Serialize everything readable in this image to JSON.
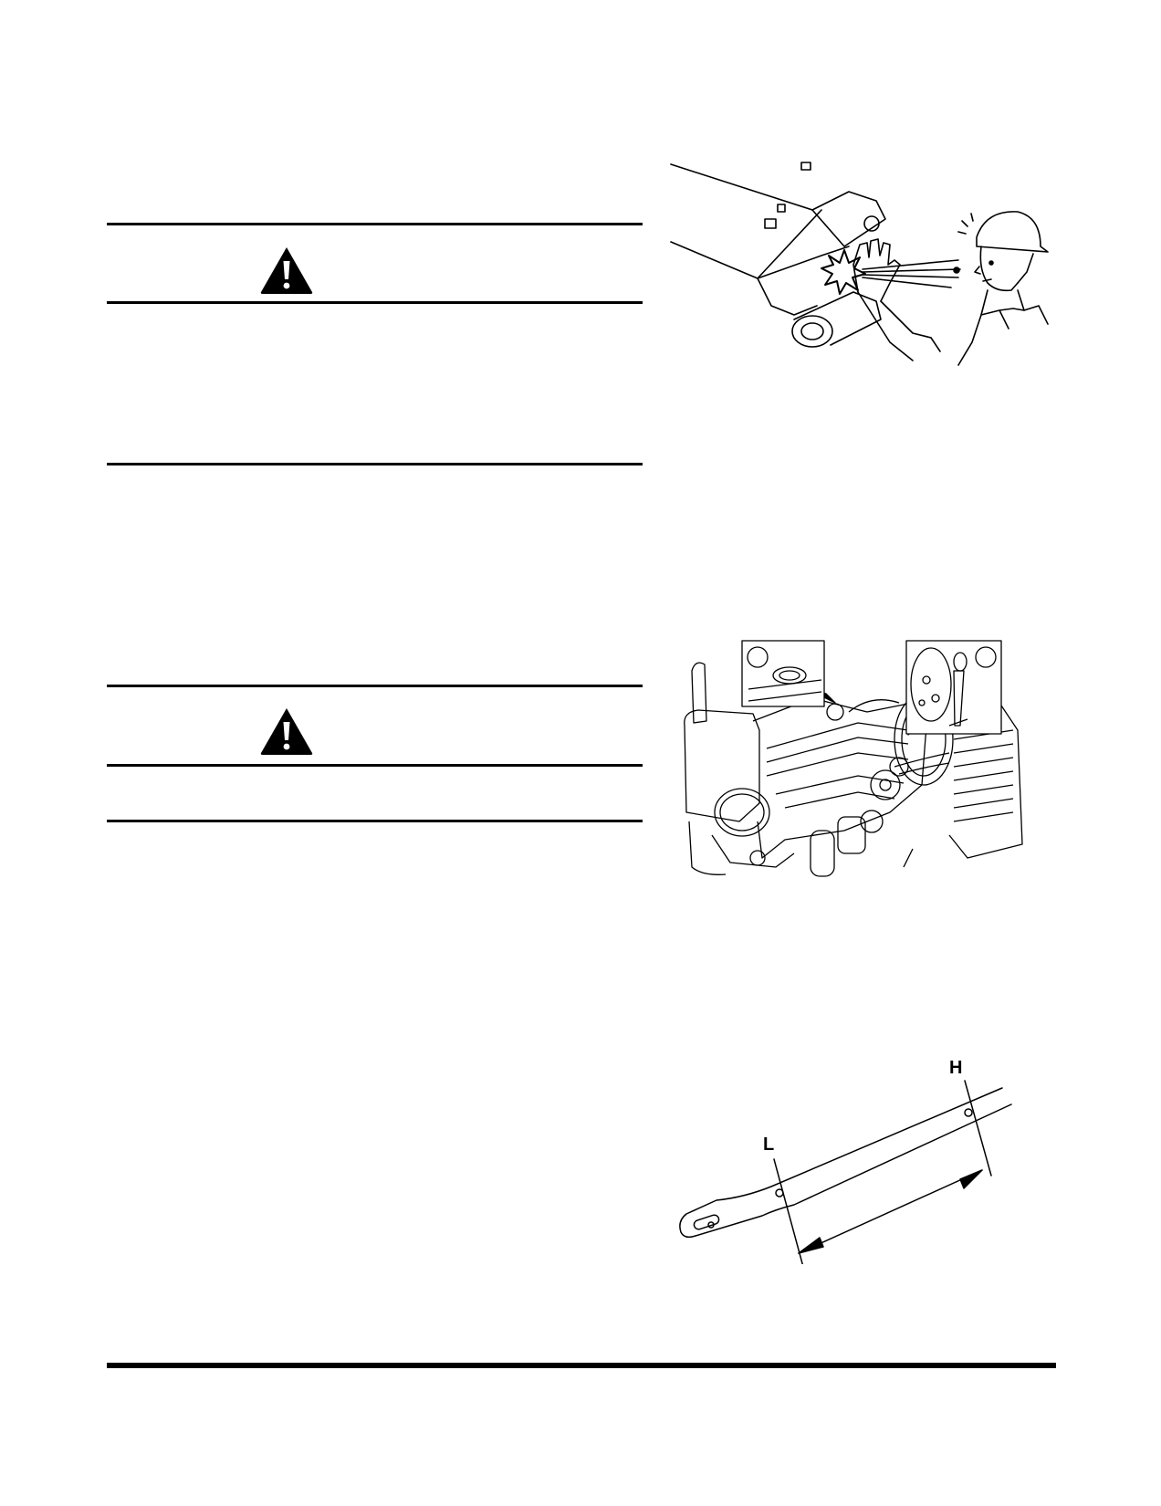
{
  "page": {
    "background": "#ffffff",
    "ink": "#000000"
  },
  "warnings": [
    {
      "icon": "warning-triangle-icon"
    },
    {
      "icon": "warning-triangle-icon"
    }
  ],
  "figures": {
    "pressure_hand": {
      "icon": "high-pressure-leak-illustration"
    },
    "engine": {
      "icon": "engine-compartment-illustration",
      "callouts": [
        "",
        ""
      ]
    },
    "dipstick": {
      "icon": "dipstick-level-illustration",
      "label_low": "L",
      "label_high": "H"
    }
  }
}
